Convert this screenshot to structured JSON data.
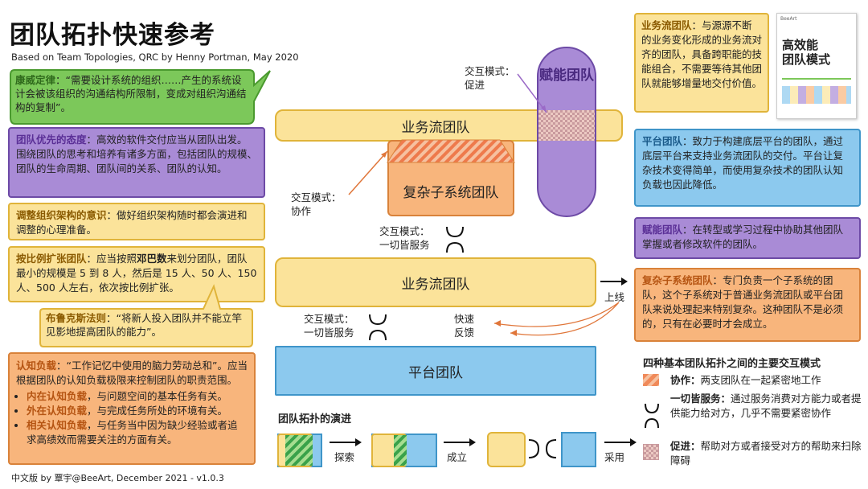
{
  "header": {
    "title": "团队拓扑快速参考",
    "subtitle": "Based on Team Topologies, QRC by Henny Portman, May 2020"
  },
  "footer": {
    "credit": "中文版 by 覃宇@BeeArt, December 2021 - v1.0.3"
  },
  "left_cards": {
    "conway": {
      "heading": "康威定律",
      "text": "：“需要设计系统的组织……产生的系统设计会被该组织的沟通结构所限制，变成对组织沟通结构的复制”。"
    },
    "team_first": {
      "heading": "团队优先的态度",
      "text": "：高效的软件交付应当从团队出发。围绕团队的思考和培养有诸多方面，包括团队的规模、团队的生命周期、团队间的关系、团队的认知。"
    },
    "reorg": {
      "heading": "调整组织架构的意识",
      "text": "：做好组织架构随时都会演进和调整的心理准备。"
    },
    "scale": {
      "heading": "按比例扩张团队",
      "text_a": "：应当按照",
      "bold": "邓巴数",
      "text_b": "来划分团队，团队最小的规模是 5 到 8 人，然后是 15 人、50 人、150 人、500 人左右，依次按比例扩张。"
    },
    "brooks": {
      "heading": "布鲁克斯法则",
      "text": "：“将新人投入团队并不能立竿见影地提高团队的能力”。"
    },
    "cognitive": {
      "heading": "认知负载",
      "text": "：“工作记忆中使用的脑力劳动总和”。应当根据团队的认知负载极限来控制团队的职责范围。",
      "items": [
        {
          "bold": "内在认知负载",
          "text": "，与问题空间的基本任务有关。"
        },
        {
          "bold": "外在认知负载",
          "text": "，与完成任务所处的环境有关。"
        },
        {
          "bold": "相关认知负载",
          "text": "，与任务当中因为缺少经验或者追求高绩效而需要关注的方面有关。"
        }
      ]
    }
  },
  "diagram": {
    "stream1": "业务流团队",
    "subsystem": "复杂子系统团队",
    "enabling": "赋能团队",
    "stream2": "业务流团队",
    "platform": "平台团队",
    "mode_facilitate": [
      "交互模式：",
      "促进"
    ],
    "mode_collab": [
      "交互模式：",
      "协作"
    ],
    "mode_xaas1": [
      "交互模式：",
      "一切皆服务"
    ],
    "mode_xaas2": [
      "交互模式：",
      "一切皆服务"
    ],
    "feedback": [
      "快速",
      "反馈"
    ],
    "golive": "上线"
  },
  "evolution": {
    "title": "团队拓扑的演进",
    "steps": [
      "探索",
      "成立",
      "采用"
    ]
  },
  "right_cards": {
    "stream": {
      "heading": "业务流团队",
      "text": "：与源源不断的业务变化形成的业务流对齐的团队，具备跨职能的技能组合，不需要等待其他团队就能够增量地交付价值。"
    },
    "platform": {
      "heading": "平台团队",
      "text": "：致力于构建底层平台的团队，通过底层平台来支持业务流团队的交付。平台让复杂技术变得简单，而使用复杂技术的团队认知负载也因此降低。"
    },
    "enabling": {
      "heading": "赋能团队",
      "text": "：在转型或学习过程中协助其他团队掌握或者修改软件的团队。"
    },
    "subsystem": {
      "heading": "复杂子系统团队",
      "text": "：专门负责一个子系统的团队，这个子系统对于普通业务流团队或平台团队来说处理起来特别复杂。这种团队不是必须的，只有在必要时才会成立。"
    }
  },
  "book": {
    "publisher": "BeeArt",
    "title_line1": "高效能",
    "title_line2": "团队模式"
  },
  "legend": {
    "title": "四种基本团队拓扑之间的主要交互模式",
    "collab": {
      "bold": "协作：",
      "text": "两支团队在一起紧密地工作"
    },
    "xaas": {
      "bold": "一切皆服务：",
      "text": "通过服务消费对方能力或者提供能力给对方，几乎不需要紧密协作"
    },
    "facilitate": {
      "bold": "促进：",
      "text": "帮助对方或者接受对方的帮助来扫除障碍"
    }
  },
  "colors": {
    "stream": "#fbe39a",
    "platform": "#8cc9ee",
    "enabling": "#a98bd6",
    "subsystem": "#f8b57c",
    "conway": "#7cc85a"
  }
}
